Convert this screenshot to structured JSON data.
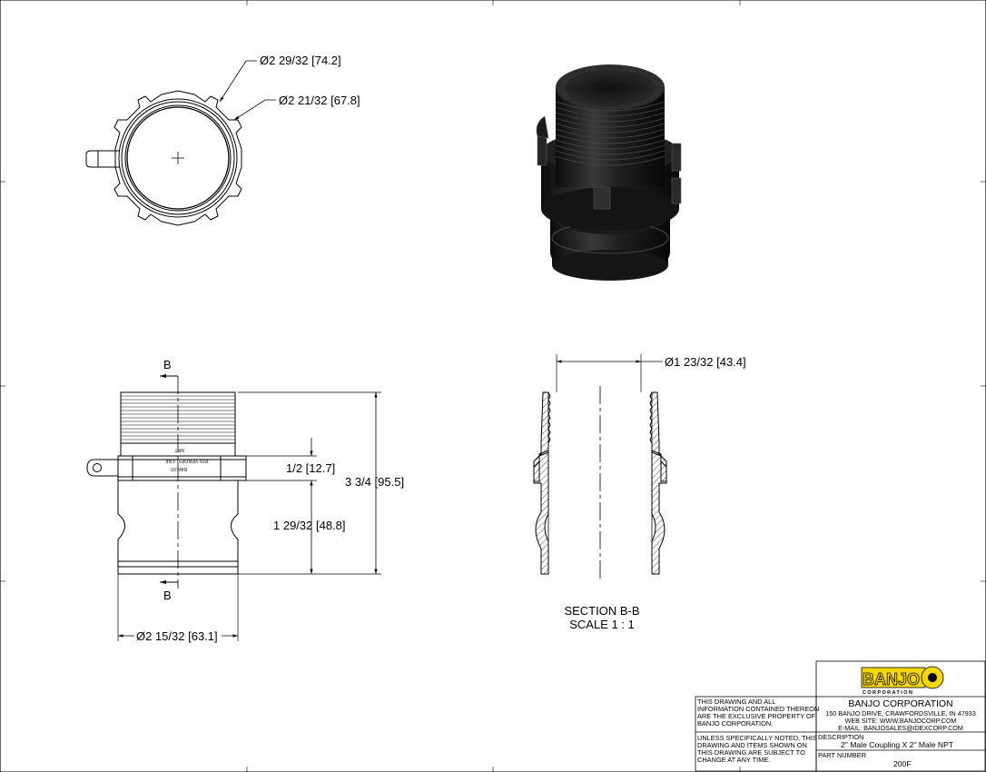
{
  "top_view": {
    "dim_outer": "Ø2 29/32 [74.2]",
    "dim_inner": "Ø2 21/32 [67.8]"
  },
  "side_view": {
    "section_mark_top": "B",
    "section_mark_bottom": "B",
    "dim_flange": "1/2 [12.7]",
    "dim_overall": "3 3/4 [95.5]",
    "dim_lower": "1 29/32 [48.8]",
    "dim_diameter": "Ø2 15/32 [63.1]",
    "stamp_line1": "NPT",
    "stamp_line2": "POLYPROPYLENE",
    "stamp_line3": "BANJO"
  },
  "section_view": {
    "dim_bore": "Ø1 23/32 [43.4]",
    "title": "SECTION B-B",
    "scale": "SCALE 1 : 1"
  },
  "title_block": {
    "logo_text": "BANJO",
    "logo_sub": "CORPORATION",
    "company": "BANJO CORPORATION",
    "address": "150 BANJO DRIVE, CRAWFORDSVILLE, IN 47933",
    "website": "WEB SITE: WWW.BANJOCORP.COM",
    "email": "E-MAIL: BANJOSALES@IDEXCORP.COM",
    "notice1": [
      "THIS DRAWING AND ALL",
      "INFORMATION CONTAINED THEREON",
      "ARE THE EXCLUSIVE PROPERTY OF",
      "BANJO CORPORATION."
    ],
    "notice2": [
      "UNLESS SPECIFICALLY NOTED, THIS",
      "DRAWING AND ITEMS SHOWN ON",
      "THIS DRAWING ARE SUBJECT TO",
      "CHANGE AT ANY TIME."
    ],
    "description_label": "DESCRIPTION",
    "description": "2\" Male Coupling X 2\" Male NPT",
    "part_number_label": "PART NUMBER",
    "part_number": "200F"
  },
  "colors": {
    "logo_yellow": "#f5d800",
    "section_hatch": "#000000"
  }
}
